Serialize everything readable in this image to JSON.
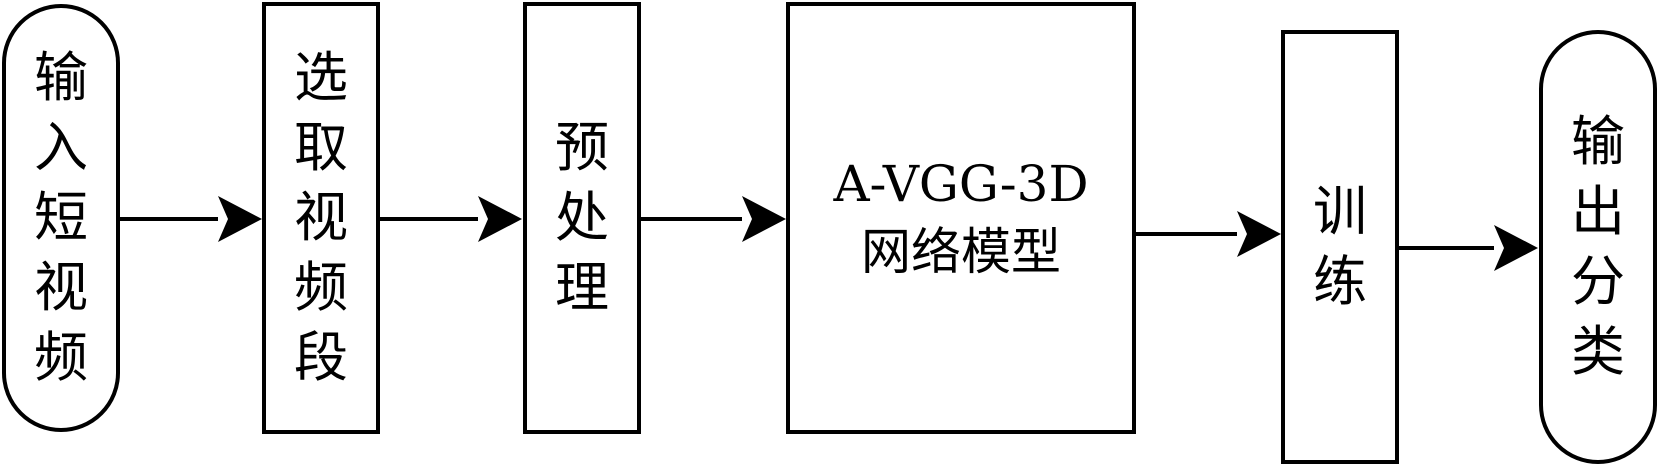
{
  "nodes": {
    "input": {
      "label": "输入短视频"
    },
    "select": {
      "label": "选取视频段"
    },
    "preprocess": {
      "label": "预处理"
    },
    "model": {
      "line1": "A-VGG-3D",
      "line2": "网络模型"
    },
    "train": {
      "label": "训练"
    },
    "output": {
      "label": "输出分类"
    }
  }
}
